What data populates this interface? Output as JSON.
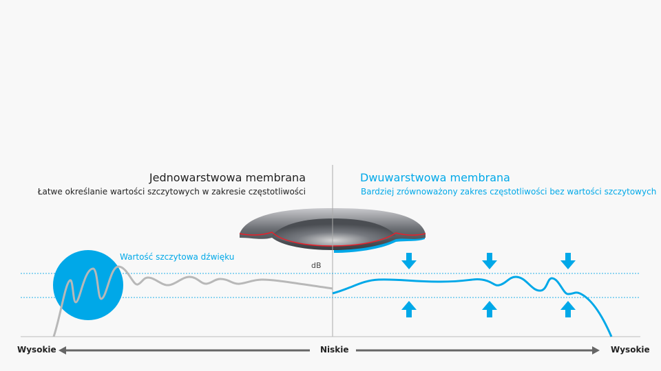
{
  "left_panel": {
    "title": "Jednowarstwowa membrana",
    "subtitle": "Łatwe określanie wartości szczytowych w zakresie częstotliwości",
    "peak_label": "Wartość szczytowa dźwięku"
  },
  "right_panel": {
    "title": "Dwuwarstwowa membrana",
    "subtitle": "Bardziej zrównoważony zakres częstotliwości bez wartości szczytowych"
  },
  "y_axis_label": "dB",
  "x_axis": {
    "left": "Wysokie",
    "center": "Niskie",
    "right": "Wysokie"
  },
  "colors": {
    "accent": "#00a8e8",
    "single_layer_curve": "#b8b8b8",
    "membrane_edge": "#e8202a"
  }
}
